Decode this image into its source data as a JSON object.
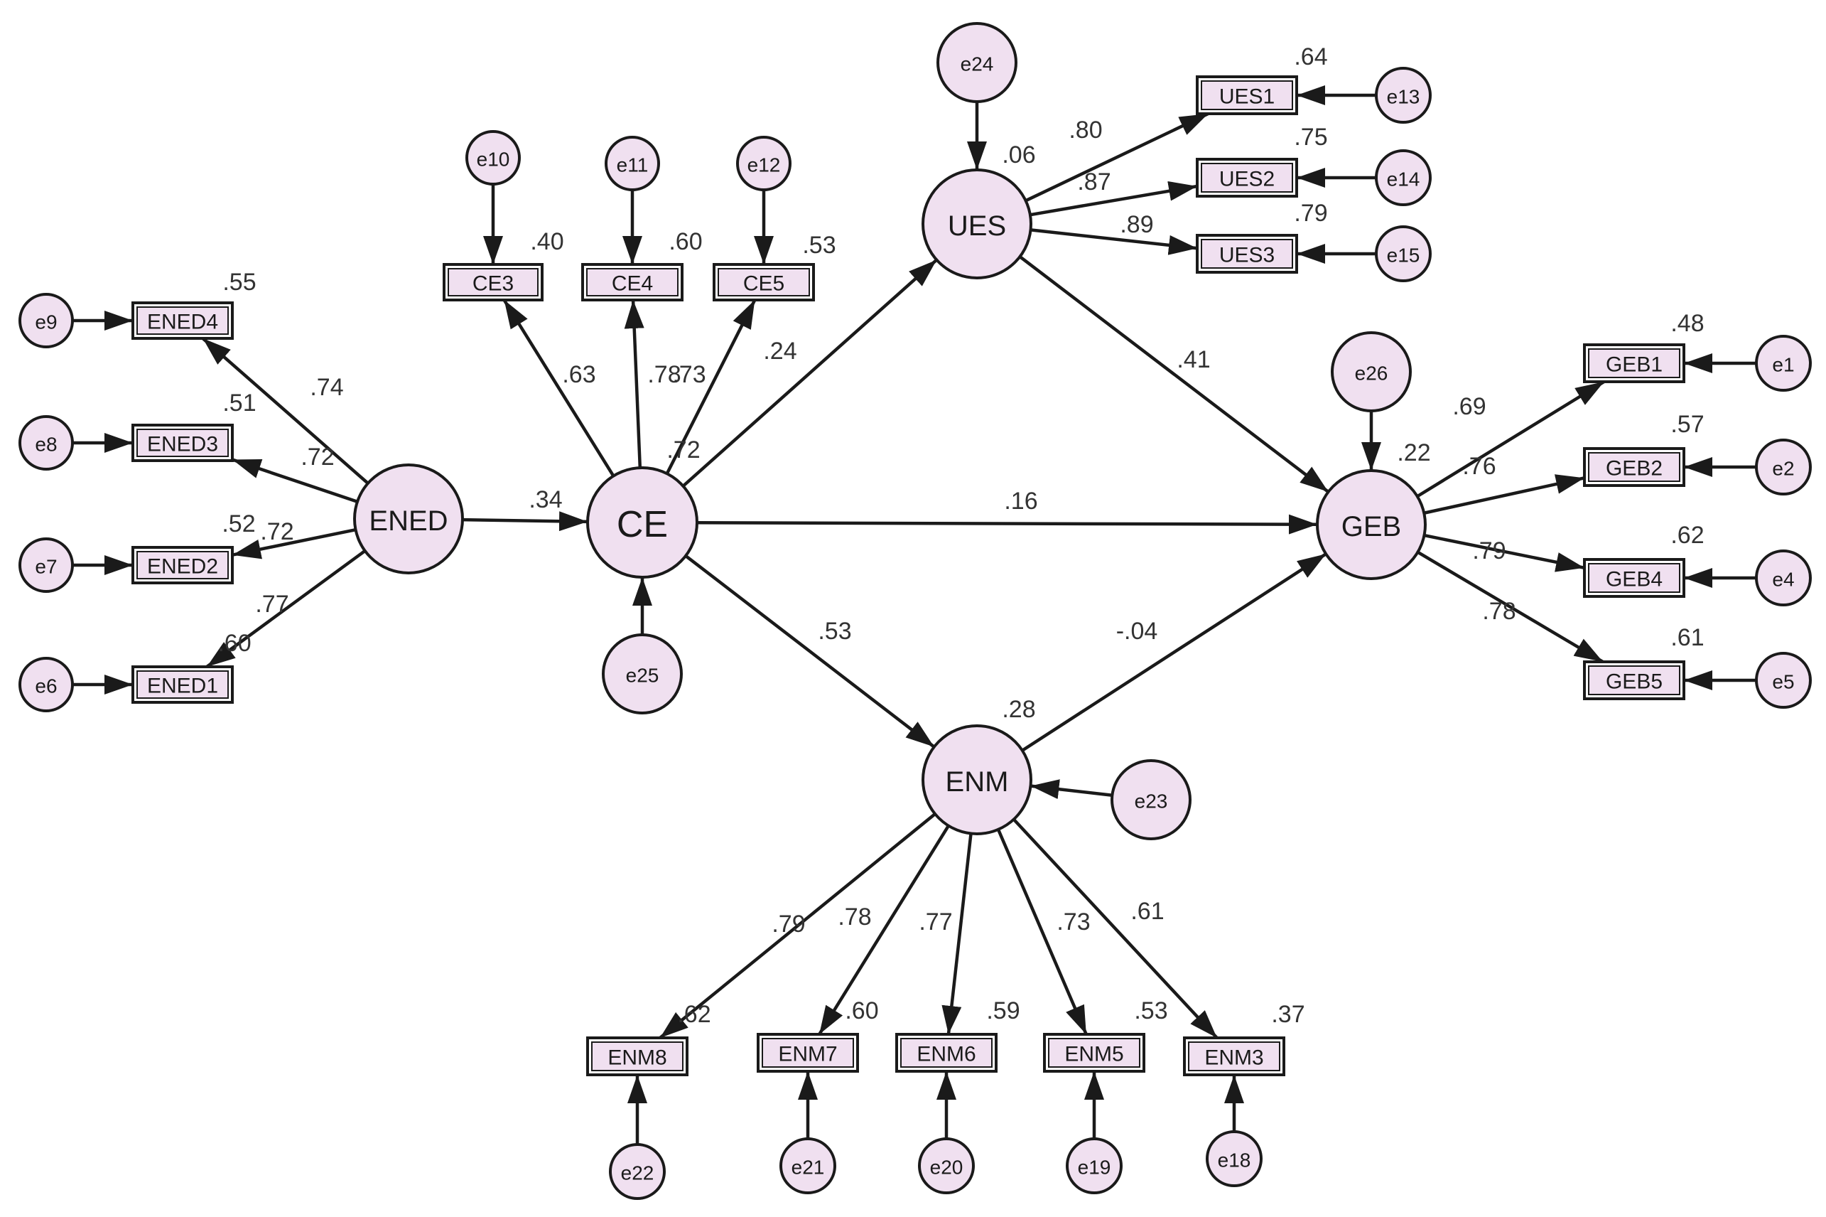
{
  "colors": {
    "fill": "#f0e0f0",
    "stroke": "#1a1a1a",
    "text": "#333333"
  },
  "latents": [
    {
      "id": "ENED",
      "label": "ENED"
    },
    {
      "id": "CE",
      "label": "CE"
    },
    {
      "id": "UES",
      "label": "UES"
    },
    {
      "id": "GEB",
      "label": "GEB"
    },
    {
      "id": "ENM",
      "label": "ENM"
    }
  ],
  "indicators": [
    {
      "id": "ENED4",
      "label": "ENED4",
      "latent": "ENED",
      "loading": ".74",
      "r2": ".55",
      "error": "e9"
    },
    {
      "id": "ENED3",
      "label": "ENED3",
      "latent": "ENED",
      "loading": ".72",
      "r2": ".51",
      "error": "e8"
    },
    {
      "id": "ENED2",
      "label": "ENED2",
      "latent": "ENED",
      "loading": ".72",
      "r2": ".52",
      "error": "e7"
    },
    {
      "id": "ENED1",
      "label": "ENED1",
      "latent": "ENED",
      "loading": ".77",
      "r2": ".60",
      "error": "e6"
    },
    {
      "id": "CE3",
      "label": "CE3",
      "latent": "CE",
      "loading": ".63",
      "r2": ".40",
      "error": "e10"
    },
    {
      "id": "CE4",
      "label": "CE4",
      "latent": "CE",
      "loading": ".78",
      "r2": ".60",
      "error": "e11"
    },
    {
      "id": "CE5",
      "label": "CE5",
      "latent": "CE",
      "loading": ".73",
      "r2": ".53",
      "error": "e12"
    },
    {
      "id": "UES1",
      "label": "UES1",
      "latent": "UES",
      "loading": ".80",
      "r2": ".64",
      "error": "e13"
    },
    {
      "id": "UES2",
      "label": "UES2",
      "latent": "UES",
      "loading": ".87",
      "r2": ".75",
      "error": "e14"
    },
    {
      "id": "UES3",
      "label": "UES3",
      "latent": "UES",
      "loading": ".89",
      "r2": ".79",
      "error": "e15"
    },
    {
      "id": "GEB1",
      "label": "GEB1",
      "latent": "GEB",
      "loading": ".69",
      "r2": ".48",
      "error": "e1"
    },
    {
      "id": "GEB2",
      "label": "GEB2",
      "latent": "GEB",
      "loading": ".76",
      "r2": ".57",
      "error": "e2"
    },
    {
      "id": "GEB4",
      "label": "GEB4",
      "latent": "GEB",
      "loading": ".79",
      "r2": ".62",
      "error": "e4"
    },
    {
      "id": "GEB5",
      "label": "GEB5",
      "latent": "GEB",
      "loading": ".78",
      "r2": ".61",
      "error": "e5"
    },
    {
      "id": "ENM8",
      "label": "ENM8",
      "latent": "ENM",
      "loading": ".79",
      "r2": ".62",
      "error": "e22"
    },
    {
      "id": "ENM7",
      "label": "ENM7",
      "latent": "ENM",
      "loading": ".78",
      "r2": ".60",
      "error": "e21"
    },
    {
      "id": "ENM6",
      "label": "ENM6",
      "latent": "ENM",
      "loading": ".77",
      "r2": ".59",
      "error": "e20"
    },
    {
      "id": "ENM5",
      "label": "ENM5",
      "latent": "ENM",
      "loading": ".73",
      "r2": ".53",
      "error": "e19"
    },
    {
      "id": "ENM3",
      "label": "ENM3",
      "latent": "ENM",
      "loading": ".61",
      "r2": ".37",
      "error": "e18"
    }
  ],
  "structural_paths": [
    {
      "from": "ENED",
      "to": "CE",
      "coef": ".34"
    },
    {
      "from": "CE",
      "to": "UES",
      "coef": ".24"
    },
    {
      "from": "CE",
      "to": "GEB",
      "coef": ".16"
    },
    {
      "from": "CE",
      "to": "ENM",
      "coef": ".53"
    },
    {
      "from": "UES",
      "to": "GEB",
      "coef": ".41"
    },
    {
      "from": "ENM",
      "to": "GEB",
      "coef": "-.04"
    }
  ],
  "disturbances": [
    {
      "id": "e25",
      "label": "e25",
      "latent": "CE",
      "r2": ".72"
    },
    {
      "id": "e24",
      "label": "e24",
      "latent": "UES",
      "r2": ".06"
    },
    {
      "id": "e26",
      "label": "e26",
      "latent": "GEB",
      "r2": ".22"
    },
    {
      "id": "e23",
      "label": "e23",
      "latent": "ENM",
      "r2": ".28"
    }
  ]
}
